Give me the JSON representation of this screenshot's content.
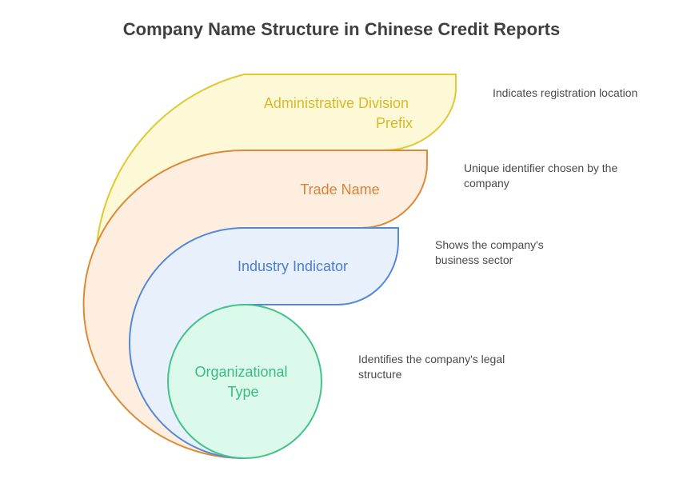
{
  "title": "Company Name Structure in Chinese Credit Reports",
  "layers": [
    {
      "label_lines": [
        "Administrative Division",
        "Prefix"
      ],
      "description": "Indicates registration location",
      "fill": "#fdf8d6",
      "stroke": "#e2c934",
      "text_color": "#dab82a"
    },
    {
      "label_lines": [
        "Trade Name"
      ],
      "description": "Unique identifier chosen by the company",
      "fill": "#fdeee0",
      "stroke": "#dc8a36",
      "text_color": "#d9823a"
    },
    {
      "label_lines": [
        "Industry Indicator"
      ],
      "description": "Shows the company's business sector",
      "fill": "#e8f0fb",
      "stroke": "#5589d8",
      "text_color": "#4a7ed6"
    },
    {
      "label_lines": [
        "Organizational",
        "Type"
      ],
      "description": "Identifies the company's legal structure",
      "fill": "#dcfaec",
      "stroke": "#45c28a",
      "text_color": "#3bbb80"
    }
  ]
}
